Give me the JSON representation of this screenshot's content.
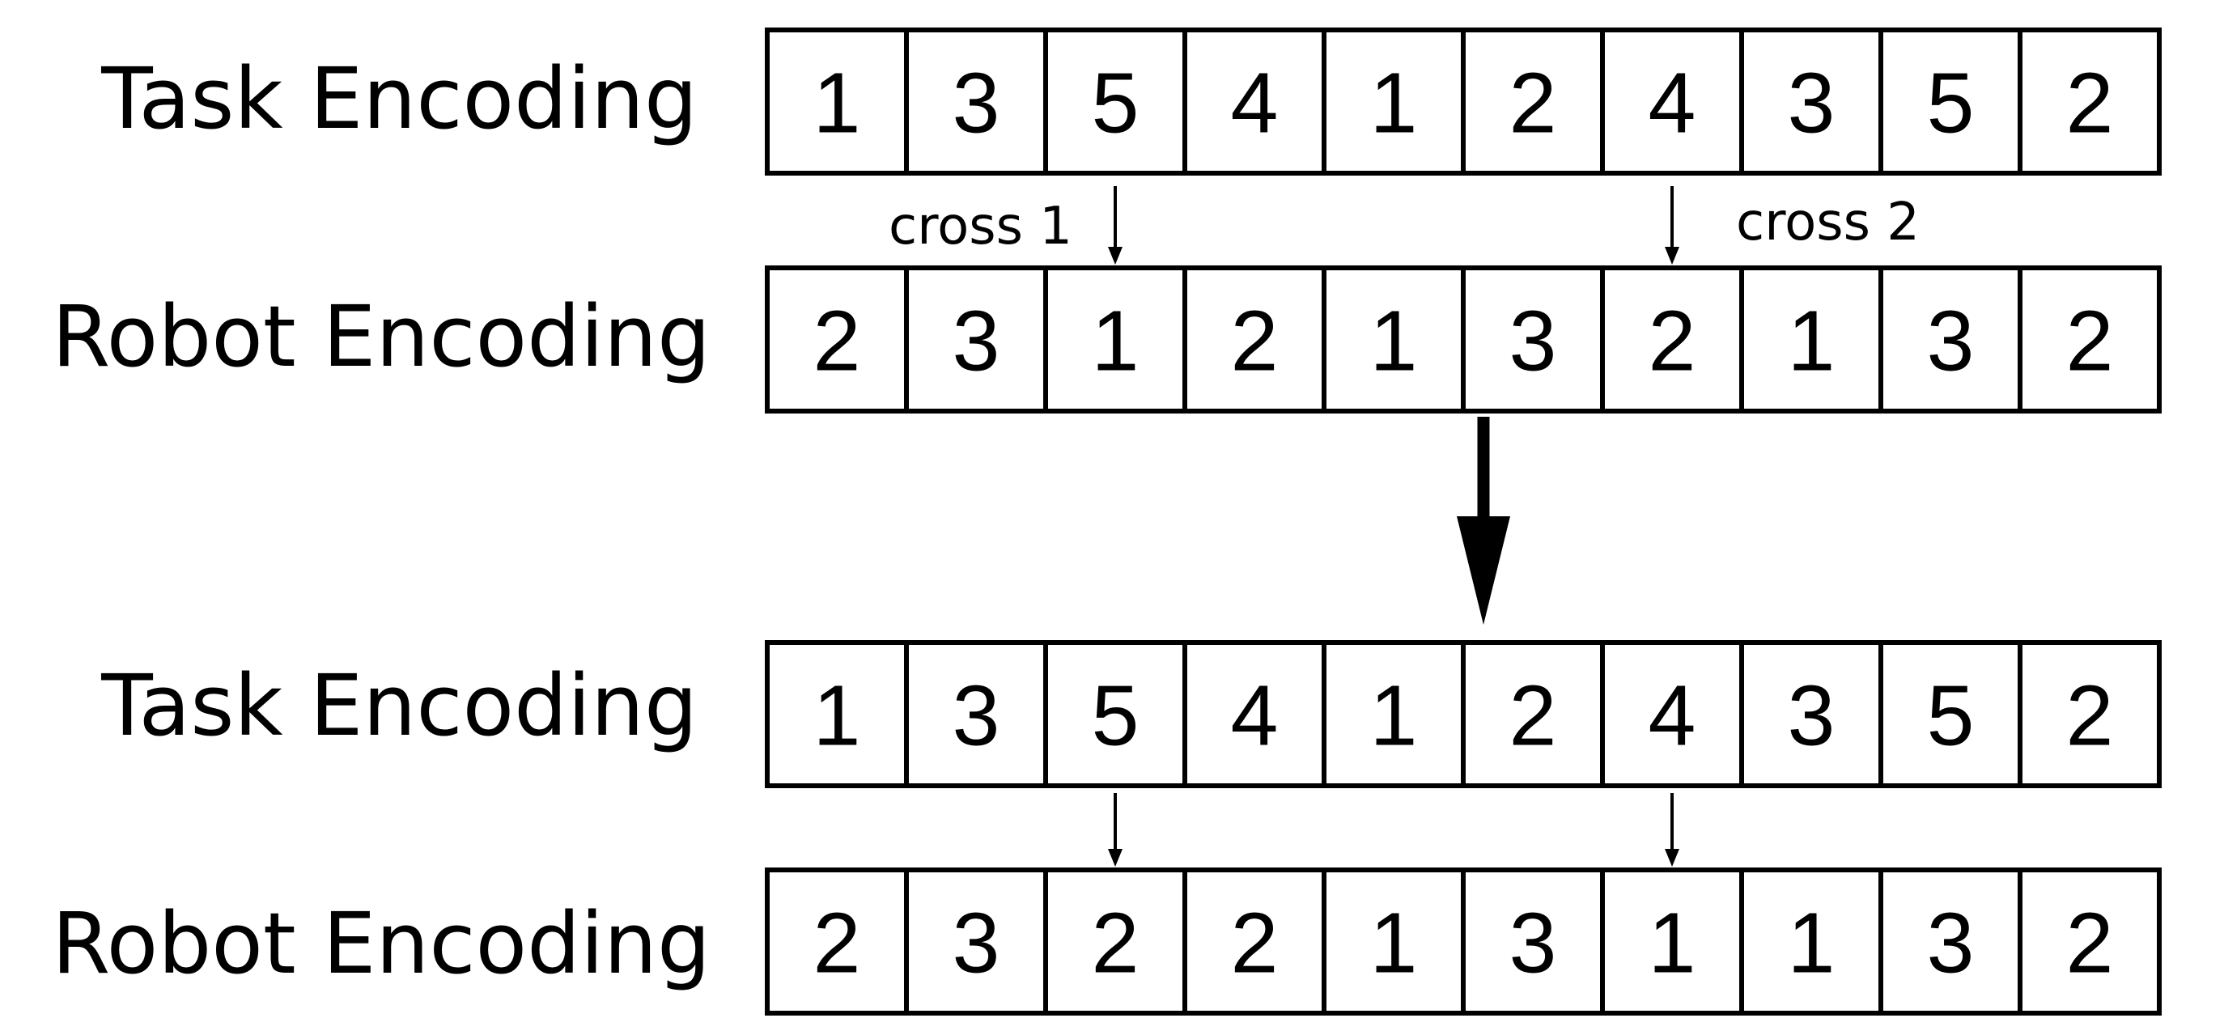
{
  "before": {
    "task_label": "Task Encoding",
    "task_values": [
      "1",
      "3",
      "5",
      "4",
      "1",
      "2",
      "4",
      "3",
      "5",
      "2"
    ],
    "robot_label": "Robot Encoding",
    "robot_values": [
      "2",
      "3",
      "1",
      "2",
      "1",
      "3",
      "2",
      "1",
      "3",
      "2"
    ]
  },
  "crossovers": [
    {
      "label": "cross 1",
      "cell_index": 2
    },
    {
      "label": "cross 2",
      "cell_index": 6
    }
  ],
  "after": {
    "task_label": "Task Encoding",
    "task_values": [
      "1",
      "3",
      "5",
      "4",
      "1",
      "2",
      "4",
      "3",
      "5",
      "2"
    ],
    "robot_label": "Robot Encoding",
    "robot_values": [
      "2",
      "3",
      "2",
      "2",
      "1",
      "3",
      "1",
      "1",
      "3",
      "2"
    ]
  },
  "colors": {
    "stroke": "#000000",
    "background": "#ffffff"
  }
}
